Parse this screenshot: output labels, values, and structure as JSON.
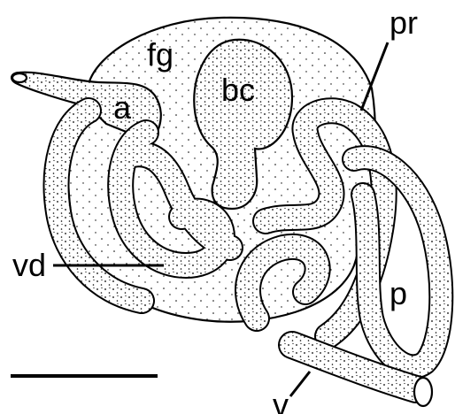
{
  "labels": {
    "fg": "fg",
    "a": "a",
    "bc": "bc",
    "pr": "pr",
    "vd": "vd",
    "p": "p",
    "v": "v"
  },
  "colors": {
    "ink": "#000000",
    "background": "#ffffff"
  }
}
